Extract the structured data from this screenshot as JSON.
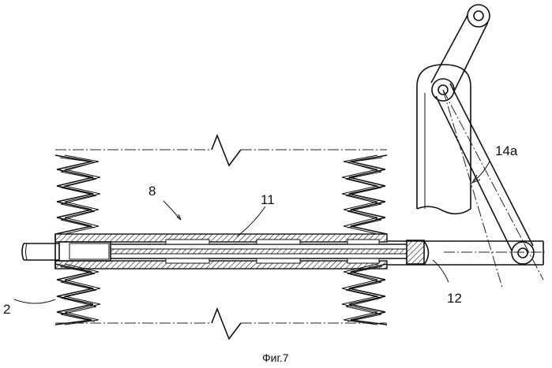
{
  "figure": {
    "caption": "Фиг.7",
    "labels": {
      "assembly": "8",
      "tube": "11",
      "rod": "12",
      "lever": "14a",
      "bellows": "2"
    }
  },
  "colors": {
    "ink": "#111111",
    "paper": "#ffffff",
    "hatch": "#333333"
  }
}
